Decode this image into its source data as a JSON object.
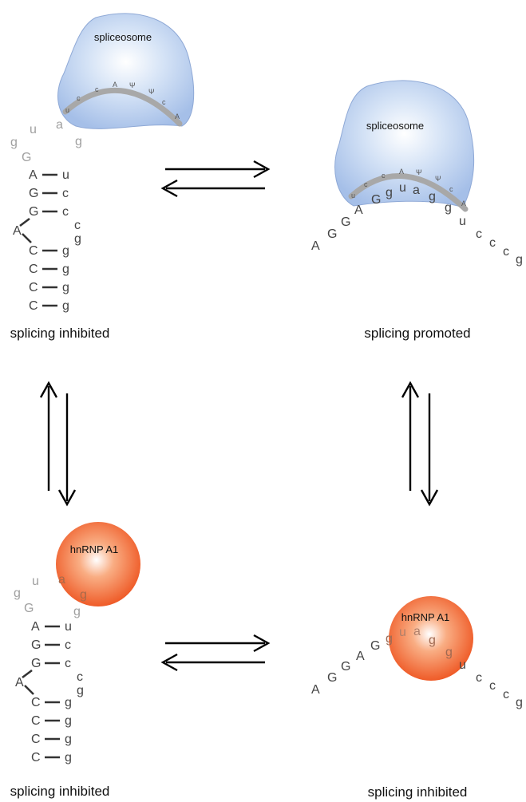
{
  "panels": {
    "top_left": {
      "caption": "splicing inhibited",
      "protein": "spliceosome"
    },
    "top_right": {
      "caption": "splicing promoted",
      "protein": "spliceosome"
    },
    "bottom_left": {
      "caption": "splicing inhibited",
      "protein": "hnRNP A1"
    },
    "bottom_right": {
      "caption": "splicing inhibited",
      "protein": "hnRNP A1"
    }
  },
  "snrna_letters": [
    "u",
    "c",
    "c",
    "A",
    "Ψ",
    "Ψ",
    "c",
    "A"
  ],
  "hairpin": {
    "loop": [
      "g",
      "G",
      "u",
      "a",
      "g"
    ],
    "stem_5p": [
      "A",
      "G",
      "G",
      "A",
      "C",
      "C",
      "C",
      "C"
    ],
    "stem_3p": [
      "u",
      "c",
      "c",
      "c",
      "g",
      "g",
      "g",
      "g",
      "g"
    ]
  },
  "linear_rna": {
    "exon": [
      "A",
      "G",
      "G",
      "A",
      "G"
    ],
    "intron": [
      "g",
      "u",
      "a",
      "g",
      "g",
      "u",
      "c",
      "c",
      "c",
      "g"
    ]
  },
  "colors": {
    "spliceosome": "#a9c3ea",
    "hnrnp": "#f26a36",
    "snrna_backbone": "#a8a8a8",
    "arrow": "#000000"
  }
}
